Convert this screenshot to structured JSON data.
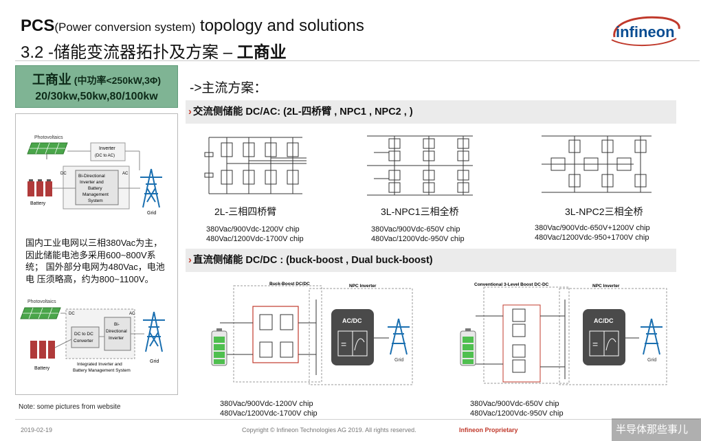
{
  "header": {
    "title_main": "PCS",
    "title_paren": "(Power conversion  system)",
    "title_rest": " topology and  solutions",
    "subtitle_prefix": "3.2 -储能变流器拓扑及方案 – ",
    "subtitle_bold": "工商业",
    "logo_text": "infineon"
  },
  "segment": {
    "line1_bold": "工商业",
    "line1_small": " (中功率<250kW,3Φ)",
    "line2": "20/30kw,50kw,80/100kw"
  },
  "diagram_top": {
    "photovoltaics": "Photovoltaics",
    "inverter": "Inverter",
    "inverter_sub": "(DC to AC)",
    "dc": "DC",
    "ac": "AC",
    "bidir_1": "Bi-Directional",
    "bidir_2": "Inverter and",
    "bidir_3": "Battery",
    "bidir_4": "Management",
    "bidir_5": "System",
    "battery": "Battery",
    "grid": "Grid"
  },
  "left_paragraph": "国内工业电网以三相380Vac为主，因此储能电池多采用600~800V系统； 国外部分电网为480Vac，电池电  压须略高，约为800~1100V。",
  "diagram_bottom": {
    "photovoltaics": "Photovoltaics",
    "dc": "DC",
    "ac": "AC",
    "dcdc_1": "DC to DC",
    "dcdc_2": "Converter",
    "bi_1": "Bi-",
    "bi_2": "Directional",
    "bi_3": "Inverter",
    "integrated_1": "Integrated Inverter and",
    "integrated_2": "Battery Management System",
    "battery": "Battery",
    "grid": "Grid"
  },
  "note": "Note: some pictures from website",
  "main_heading": "->主流方案：",
  "band1": {
    "chevron": "›",
    "text": "交流侧储能 DC/AC: (2L-四桥臂 , NPC1 , NPC2 , )"
  },
  "band2": {
    "chevron": "›",
    "text": "直流侧储能 DC/DC : (buck-boost , Dual buck-boost)"
  },
  "circuits_ac": [
    {
      "label": "2L-三相四桥臂",
      "spec1": "380Vac/900Vdc-1200V chip",
      "spec2": "480Vac/1200Vdc-1700V chip"
    },
    {
      "label": "3L-NPC1三相全桥",
      "spec1": "380Vac/900Vdc-650V chip",
      "spec2": "480Vac/1200Vdc-950V chip"
    },
    {
      "label": "3L-NPC2三相全桥",
      "spec1": "380Vac/900Vdc-650V+1200V chip",
      "spec2": "480Vac/1200Vdc-950+1700V chip"
    }
  ],
  "circuits_dc": [
    {
      "title": "Buck-Boost DC/DC",
      "npc": "NPC Inverter",
      "acdc": "AC/DC",
      "grid": "Grid",
      "spec1": "380Vac/900Vdc-1200V chip",
      "spec2": "480Vac/1200Vdc-1700V chip"
    },
    {
      "title": "Conventional 3-Level Boost DC-DC",
      "npc": "NPC Inverter",
      "acdc": "AC/DC",
      "grid": "Grid",
      "spec1": "380Vac/900Vdc-650V chip",
      "spec2": "480Vac/1200Vdc-950V chip"
    }
  ],
  "footer": {
    "date": "2019-02-19",
    "copyright": "Copyright © Infineon Technologies AG 2019. All rights  reserved.",
    "proprietary": "Infineon Proprietary",
    "watermark": "半导体那些事儿"
  },
  "colors": {
    "segment_green": "#7fb494",
    "infineon_red": "#c0392b",
    "grid_blue": "#1a6fb0",
    "battery_red": "#b03a3a",
    "pv_green": "#3f8f3f"
  }
}
